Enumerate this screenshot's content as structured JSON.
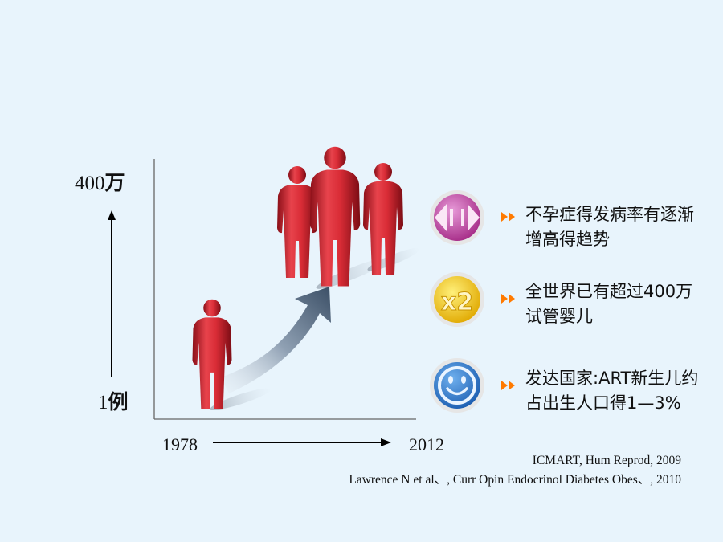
{
  "axis": {
    "y_top_num": "400",
    "y_top_unit": "万",
    "y_bottom_num": "1",
    "y_bottom_unit": "例",
    "x_start": "1978",
    "x_end": "2012"
  },
  "facts": [
    {
      "icon": "expand-arrows-icon",
      "text": "不孕症得发病率有逐渐增高得趋势"
    },
    {
      "icon": "times-two-icon",
      "icon_text": "x2",
      "text": "全世界已有超过400万试管婴儿"
    },
    {
      "icon": "smiley-face-icon",
      "text": "发达国家:ART新生儿约占出生人口得1—3%"
    }
  ],
  "references": [
    "ICMART, Hum Reprod, 2009",
    "Lawrence N et al、, Curr Opin Endocrinol Diabetes Obes、, 2010"
  ],
  "colors": {
    "background": "#e8f4fc",
    "figure_red": "#d8323c",
    "bullet_orange": "#ff7a00",
    "icon_magenta": "#c43aa0",
    "icon_yellow": "#f2c400",
    "icon_blue": "#2a72c8"
  }
}
